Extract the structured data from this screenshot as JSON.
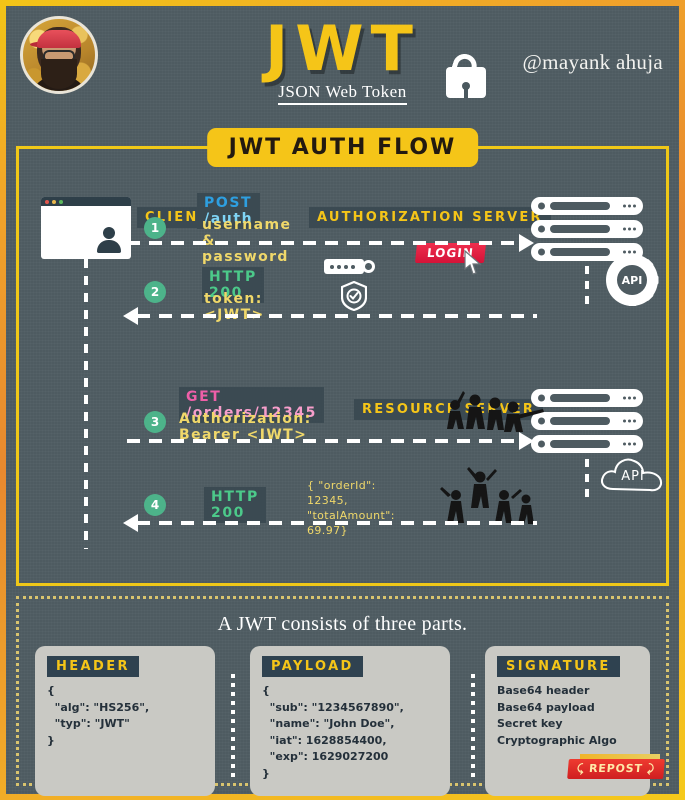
{
  "header": {
    "title": "JWT",
    "subtitle": "JSON Web Token",
    "handle": "@mayank ahuja",
    "avatar_alt": "profile-photo",
    "lock_icon": "open-padlock-icon"
  },
  "flow": {
    "title": "JWT AUTH FLOW",
    "client_label": "CLIENT",
    "auth_server_label": "AUTHORIZATION SERVER",
    "resource_server_label": "RESOURCE SERVER",
    "login_button": "LOGIN",
    "api_gear_label": "API",
    "api_cloud_label": "API",
    "steps": [
      {
        "number": "1",
        "method": "POST",
        "path": "/auth",
        "detail": "username & password",
        "direction": "right",
        "method_color": "#2e9fe0",
        "path_color": "#7fd4f5"
      },
      {
        "number": "2",
        "method": "HTTP 200",
        "path": "",
        "detail": "token: <JWT>",
        "direction": "left",
        "method_color": "#4cc98a",
        "path_color": "#4cc98a"
      },
      {
        "number": "3",
        "method": "GET",
        "path": "/orders/12345",
        "detail": "Authorization: Bearer <JWT>",
        "direction": "right",
        "method_color": "#ee5fa8",
        "path_color": "#f79ecb"
      },
      {
        "number": "4",
        "method": "HTTP 200",
        "path": "",
        "detail": "",
        "direction": "left",
        "method_color": "#4cc98a",
        "path_color": "#4cc98a"
      }
    ],
    "response_json_line1": "{ \"orderId\": 12345,",
    "response_json_line2": "  \"totalAmount\": 69.97}"
  },
  "parts": {
    "heading": "A JWT consists of three parts.",
    "cards": [
      {
        "title": "HEADER",
        "body": "{\n  \"alg\": \"HS256\",\n  \"typ\": \"JWT\"\n}"
      },
      {
        "title": "PAYLOAD",
        "body": "{\n  \"sub\": \"1234567890\",\n  \"name\": \"John Doe\",\n  \"iat\": 1628854400,\n  \"exp\": 1629027200\n}"
      },
      {
        "title": "SIGNATURE",
        "body": "Base64 header\nBase64 payload\nSecret key\nCryptographic Algo"
      }
    ]
  },
  "footer": {
    "repost_badge": "⤹ REPOST ⤸"
  },
  "colors": {
    "background": "#4e5b61",
    "accent_yellow": "#f5c518",
    "chip_bg": "#3b4a52",
    "step_badge": "#4db38a",
    "login_red": "#ef2e4e",
    "card_bg": "#c9c9c4"
  }
}
